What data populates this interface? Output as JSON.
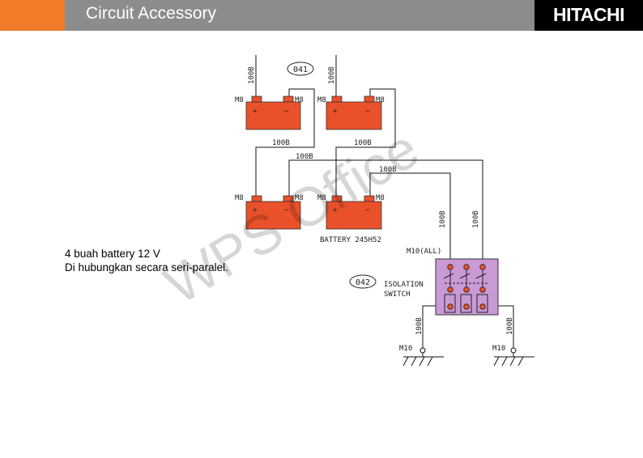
{
  "header": {
    "title": "Circuit Accessory",
    "brand": "HITACHI",
    "colors": {
      "accent": "#f07c2a",
      "bar": "#8c8c8c",
      "brand_bg": "#000000"
    }
  },
  "description": {
    "line1": "4 buah battery 12 V",
    "line2": "Di hubungkan secara seri-paralel."
  },
  "diagram": {
    "ref_battery": "041",
    "ref_switch": "042",
    "wire_label": "100B",
    "terminal_label": "M8",
    "ground_label": "M10",
    "battery_label": "BATTERY 245H52",
    "switch_terminal_label": "M10(ALL)",
    "switch_label_1": "ISOLATION",
    "switch_label_2": "SWITCH",
    "plus": "+",
    "minus": "−",
    "battery_color": "#e8512a",
    "switch_color": "#c99ad6"
  },
  "watermark": "WPS Office"
}
